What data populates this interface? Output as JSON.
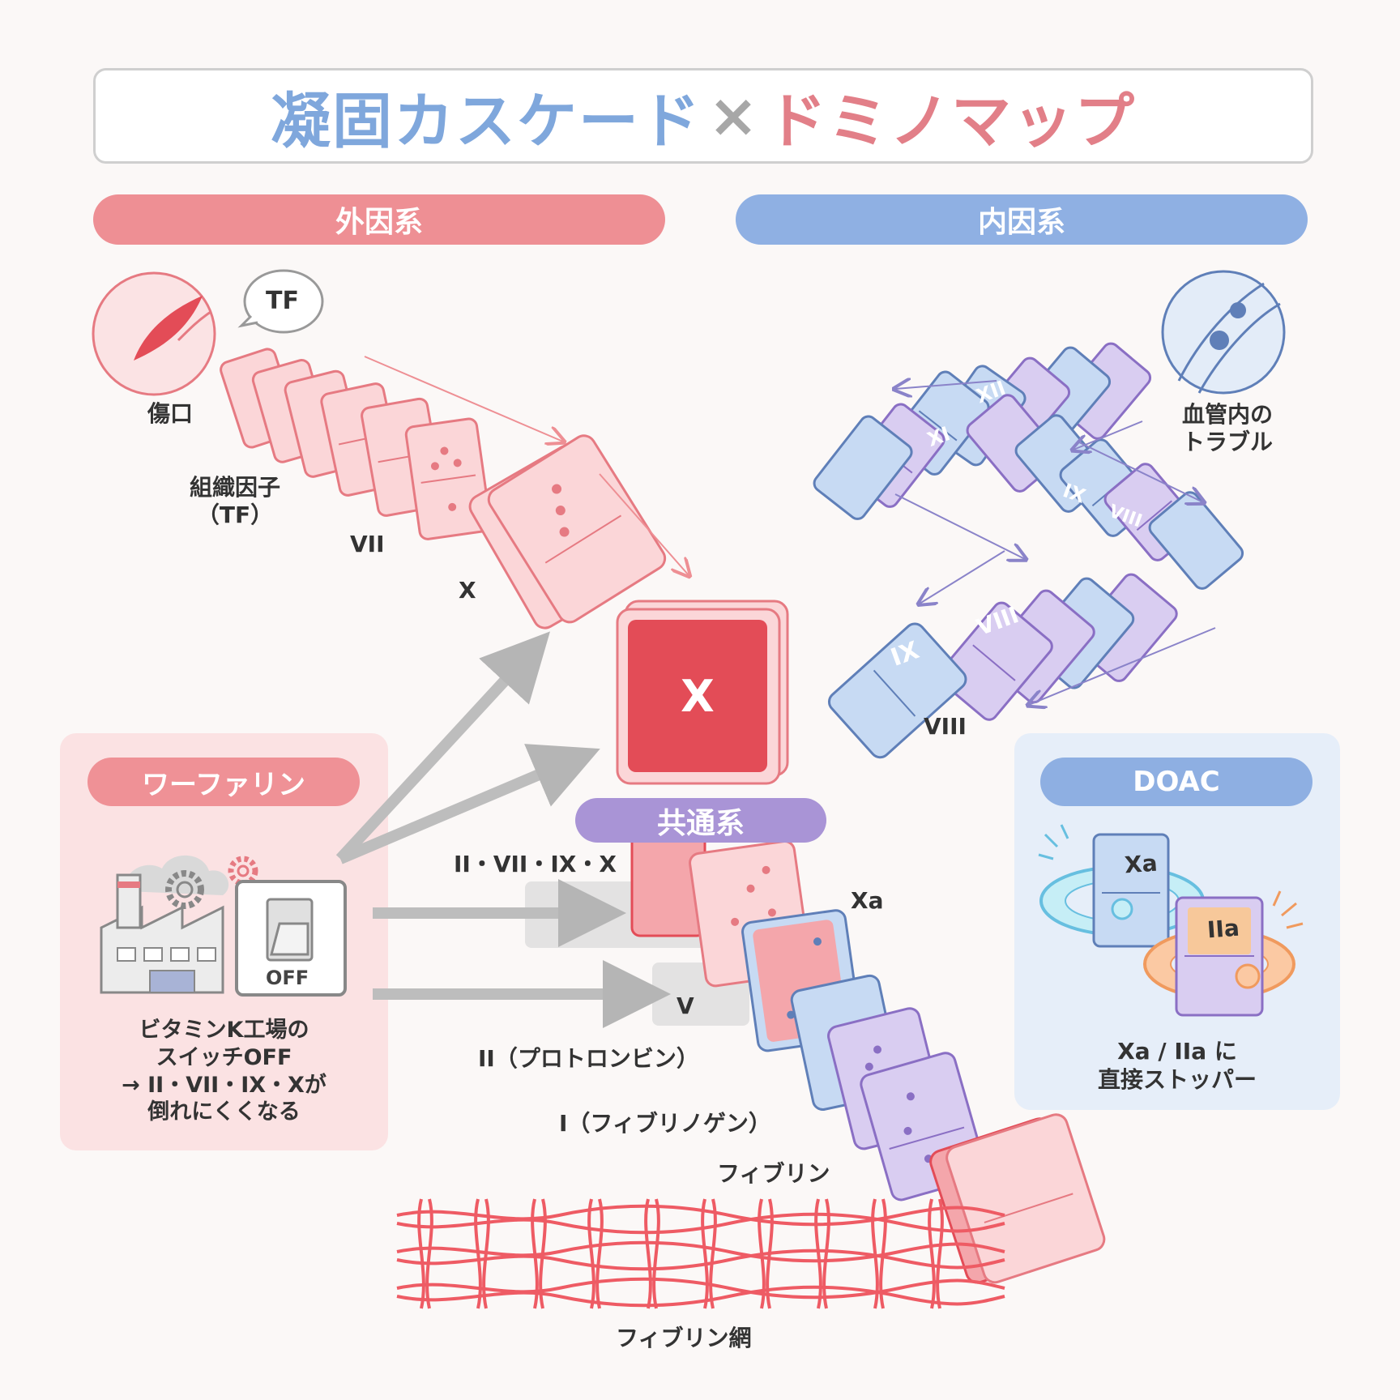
{
  "title": {
    "part1": "凝固カスケード",
    "cross": "×",
    "part2": "ドミノマップ"
  },
  "sections": {
    "extrinsic": "外因系",
    "intrinsic": "内因系",
    "common": "共通系"
  },
  "extrinsic_labels": {
    "tf_bubble": "TF",
    "wound": "傷口",
    "tissue_factor_line1": "組織因子",
    "tissue_factor_line2": "（TF）",
    "vii": "VII",
    "x": "X"
  },
  "intrinsic_labels": {
    "trouble_line1": "血管内の",
    "trouble_line2": "トラブル",
    "xii": "XII",
    "xi": "XI",
    "ix_top": "IX",
    "viii_top": "VIII",
    "viii_mid": "VIII",
    "ix_bottom": "IX",
    "viii_bottom": "VIII"
  },
  "central": {
    "x": "X"
  },
  "common_labels": {
    "factors": "II・VII・IX・X",
    "xa": "Xa",
    "v": "V",
    "prothrombin": "II（プロトロンビン）",
    "fibrinogen": "I（フィブリノゲン）",
    "fibrin": "フィブリン",
    "fibrin_mesh": "フィブリン網"
  },
  "warfarin": {
    "title": "ワーファリン",
    "switch": "OFF",
    "line1": "ビタミンK工場の",
    "line2": "スイッチOFF",
    "line3": "→ II・VII・IX・Xが",
    "line4": "倒れにくくなる"
  },
  "doac": {
    "title": "DOAC",
    "xa": "Xa",
    "iia": "IIa",
    "line1": "Xa / IIa に",
    "line2": "直接ストッパー"
  },
  "colors": {
    "red": "#ee8f94",
    "red_dark": "#e34c57",
    "blue": "#8fb0e3",
    "purple": "#a994d6",
    "gray": "#bdbdbd"
  }
}
